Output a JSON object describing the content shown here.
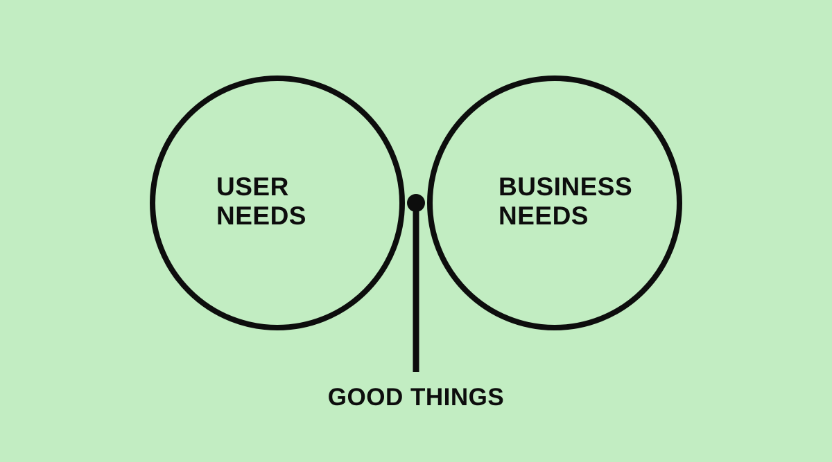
{
  "diagram": {
    "left_set": {
      "line1": "USER",
      "line2": "NEEDS"
    },
    "right_set": {
      "line1": "BUSINESS",
      "line2": "NEEDS"
    },
    "intersection": {
      "label": "GOOD THINGS"
    }
  },
  "colors": {
    "background": "#c2edc2",
    "intersection_fill": "#2ea35d",
    "stroke": "#0d0d0d"
  }
}
